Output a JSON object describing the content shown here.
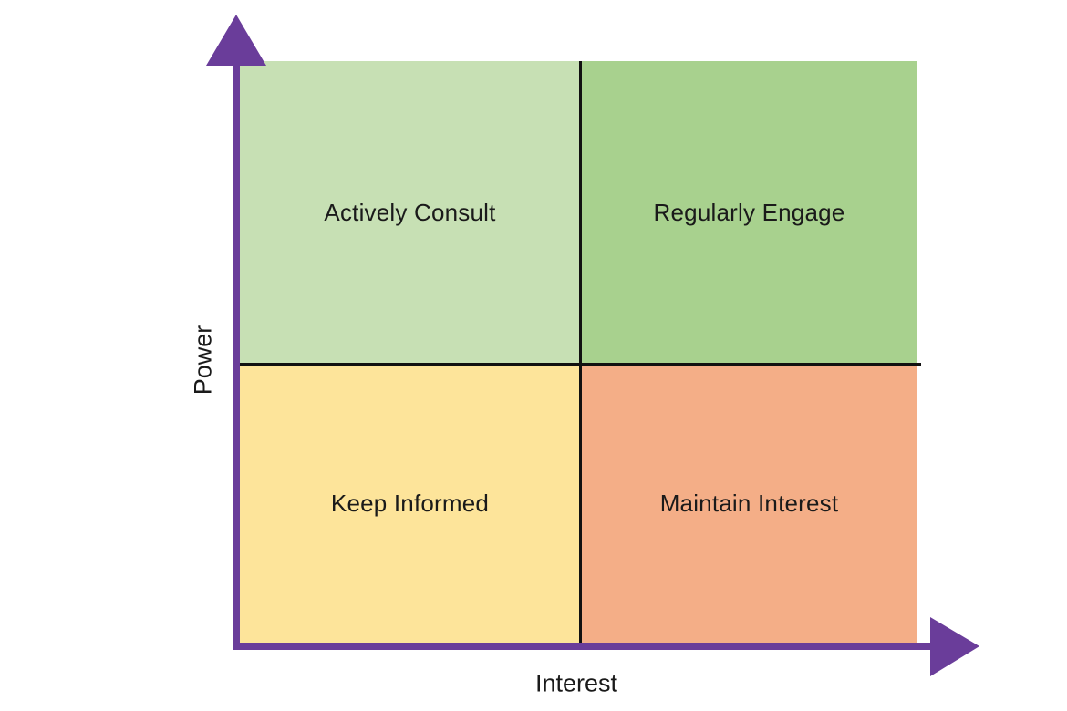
{
  "matrix": {
    "axes": {
      "y_label": "Power",
      "x_label": "Interest",
      "color": "#6a3d9a"
    },
    "quadrants": {
      "top_left": {
        "label": "Actively Consult",
        "color": "#c7e0b4"
      },
      "top_right": {
        "label": "Regularly Engage",
        "color": "#a8d18e"
      },
      "bottom_left": {
        "label": "Keep Informed",
        "color": "#fde49a"
      },
      "bottom_right": {
        "label": "Maintain Interest",
        "color": "#f4ae87"
      }
    }
  }
}
